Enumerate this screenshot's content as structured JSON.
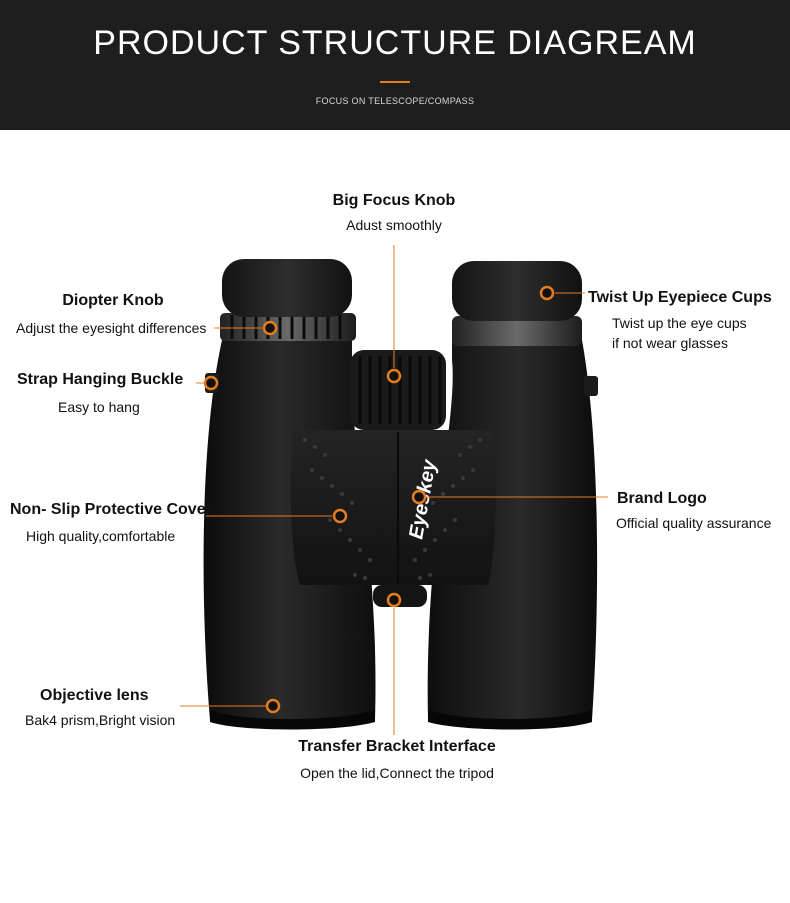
{
  "header": {
    "title": "PRODUCT STRUCTURE DIAGREAM",
    "subtitle": "FOCUS ON TELESCOPE/COMPASS"
  },
  "accent_color": "#e57d1e",
  "brand_logo_text": "Eyeskey",
  "features": {
    "focus_knob": {
      "title": "Big Focus Knob",
      "desc": "Adust smoothly"
    },
    "diopter_knob": {
      "title": "Diopter Knob",
      "desc": "Adjust the eyesight differences"
    },
    "eyepiece_cups": {
      "title": "Twist Up Eyepiece Cups",
      "desc_line1": "Twist up the eye cups",
      "desc_line2": "if not wear glasses"
    },
    "strap_buckle": {
      "title": "Strap Hanging Buckle",
      "desc": "Easy to hang"
    },
    "brand_logo": {
      "title": "Brand  Logo",
      "desc": "Official quality assurance"
    },
    "non_slip_cover": {
      "title": "Non- Slip Protective Cover",
      "desc": "High quality,comfortable"
    },
    "objective_lens": {
      "title": "Objective lens",
      "desc": "Bak4 prism,Bright vision"
    },
    "tripod_interface": {
      "title": "Transfer Bracket Interface",
      "desc": "Open the lid,Connect the tripod"
    }
  }
}
